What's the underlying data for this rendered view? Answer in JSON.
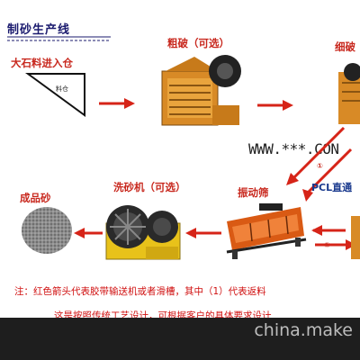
{
  "title": "制砂生产线",
  "stages": {
    "bin": "大石料进入仓",
    "bin_inner": "料仓",
    "coarse": "粗破（可选）",
    "fine": "细破",
    "vibrating_screen": "振动筛",
    "sand_washer": "洗砂机（可选）",
    "finished_sand": "成品砂",
    "pcl": "PCL直通"
  },
  "markers": {
    "one": "①"
  },
  "watermark": "WWW.***.CON",
  "note_line1": "注：红色箭头代表胶带输送机或者滑槽，其中（1）代表返料",
  "note_line2": "这是按照传统工艺设计，可根据客户的具体要求设计",
  "footer": "china.make",
  "colors": {
    "arrow_red": "#d62418",
    "title_blue": "#1a1a6e",
    "footer_bg": "#1e1e1e"
  }
}
